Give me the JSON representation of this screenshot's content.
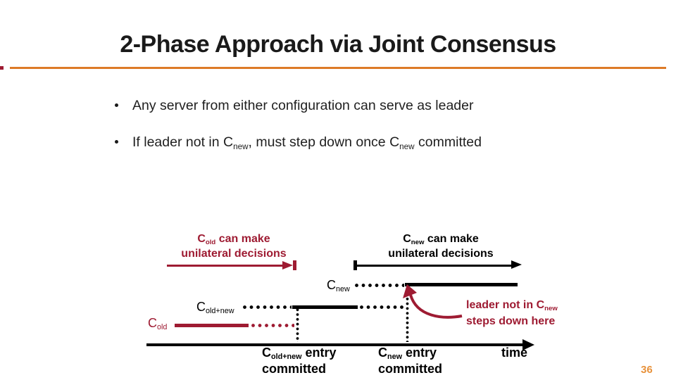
{
  "slide": {
    "title": "2-Phase Approach via Joint Consensus",
    "page_number": "36",
    "colors": {
      "maroon": "#9e1b32",
      "orange": "#dd7a27",
      "page_number_orange": "#e8923c"
    }
  },
  "bullets": [
    {
      "segments": [
        {
          "t": "Any server from either configuration can serve as leader"
        }
      ]
    },
    {
      "segments": [
        {
          "t": "If leader not in C"
        },
        {
          "s": "new"
        },
        {
          "t": ", must step down once C"
        },
        {
          "s": "new"
        },
        {
          "t": " committed"
        }
      ]
    }
  ],
  "diagram": {
    "cold_callout": {
      "line1": [
        {
          "t": "C"
        },
        {
          "s": "old"
        },
        {
          "t": " can make"
        }
      ],
      "line2": [
        {
          "t": "unilateral decisions"
        }
      ]
    },
    "cnew_callout": {
      "line1": [
        {
          "t": "C"
        },
        {
          "s": "new"
        },
        {
          "t": " can make"
        }
      ],
      "line2": [
        {
          "t": "unilateral decisions"
        }
      ]
    },
    "rows": {
      "cnew_label": [
        {
          "t": "C"
        },
        {
          "s": "new"
        }
      ],
      "coldnew_label": [
        {
          "t": "C"
        },
        {
          "s": "old+new"
        }
      ],
      "cold_label": [
        {
          "t": "C"
        },
        {
          "s": "old"
        }
      ]
    },
    "leader_note": {
      "line1": [
        {
          "t": "leader not in C"
        },
        {
          "s": "new"
        }
      ],
      "line2": [
        {
          "t": "steps down here"
        }
      ]
    },
    "axis": {
      "tick1": {
        "line1": [
          {
            "t": "C"
          },
          {
            "s": "old+new"
          },
          {
            "t": " entry"
          }
        ],
        "line2": [
          {
            "t": "committed"
          }
        ]
      },
      "tick2": {
        "line1": [
          {
            "t": "C"
          },
          {
            "s": "new"
          },
          {
            "t": " entry"
          }
        ],
        "line2": [
          {
            "t": "committed"
          }
        ]
      },
      "time_label": "time"
    }
  }
}
